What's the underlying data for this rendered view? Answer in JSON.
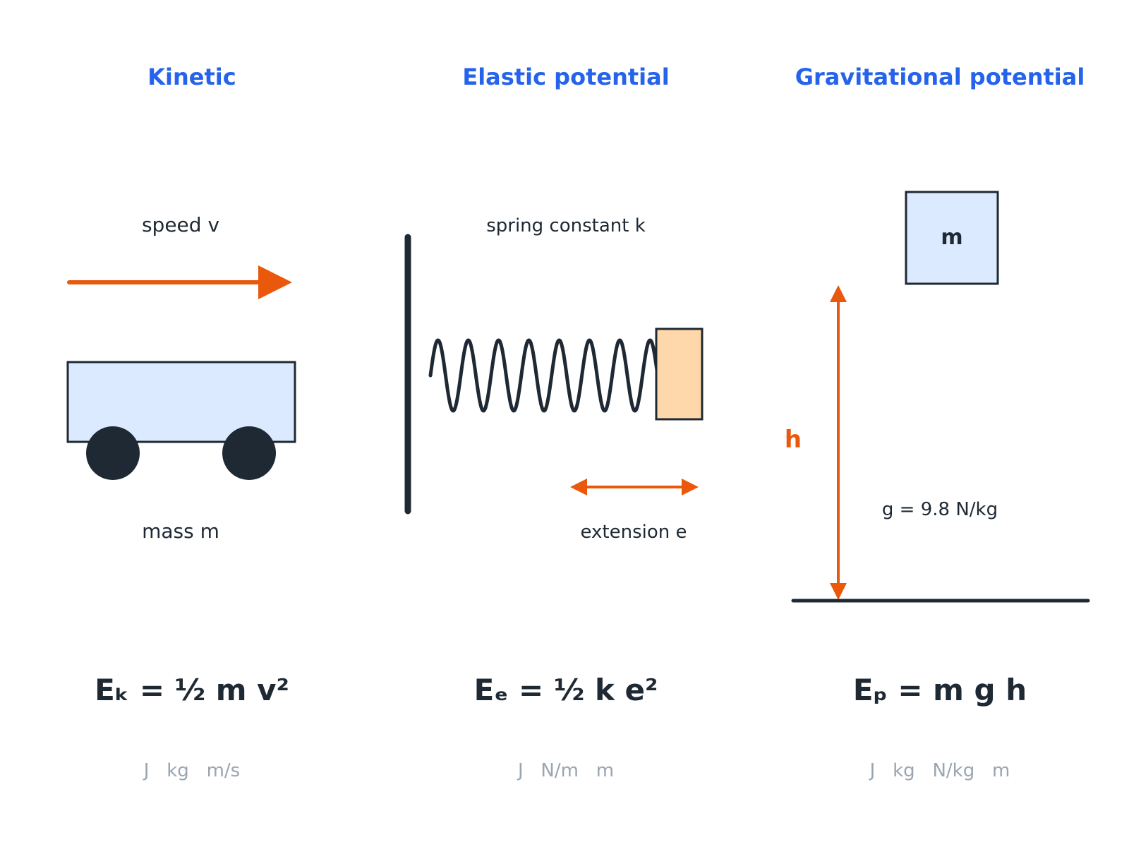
{
  "colors": {
    "title": "#2563eb",
    "ink": "#1f2933",
    "accent": "#ea580c",
    "fill_blue": "#dbeafe",
    "fill_orange": "#fed7aa",
    "units": "#9aa5b1"
  },
  "kinetic": {
    "title": "Kinetic",
    "speed_label": "speed v",
    "mass_label": "mass m",
    "formula": "Eₖ = ½ m v²",
    "units": "J   kg   m/s"
  },
  "elastic": {
    "title": "Elastic potential",
    "spring_label": "spring constant k",
    "extension_label": "extension e",
    "formula": "Eₑ = ½ k e²",
    "units": "J   N/m   m"
  },
  "gravitational": {
    "title": "Gravitational potential",
    "mass_box_label": "m",
    "height_label": "h",
    "g_label": "g = 9.8 N/kg",
    "formula": "Eₚ = m g h",
    "units": "J   kg   N/kg   m"
  }
}
